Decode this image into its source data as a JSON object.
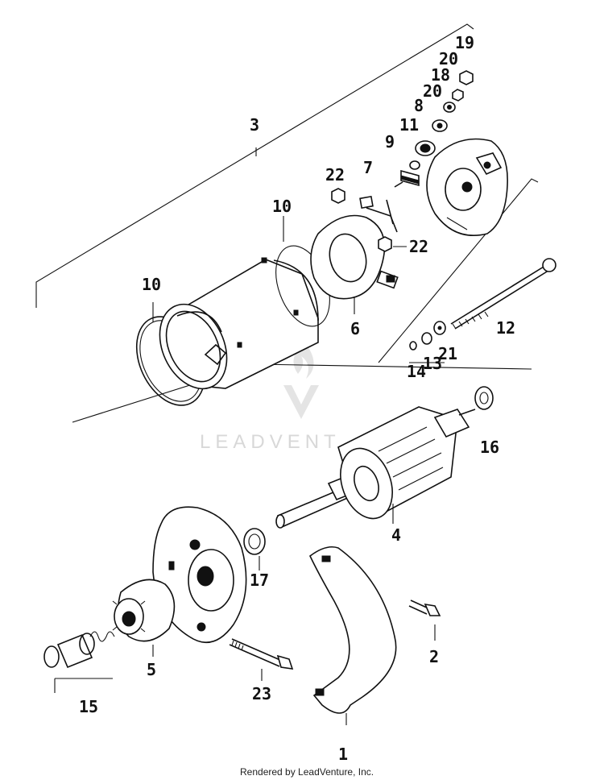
{
  "callouts": {
    "c1": "1",
    "c2": "2",
    "c3": "3",
    "c4": "4",
    "c5": "5",
    "c6": "6",
    "c7": "7",
    "c8": "8",
    "c9": "9",
    "c10a": "10",
    "c10b": "10",
    "c11": "11",
    "c12": "12",
    "c13": "13",
    "c14": "14",
    "c15": "15",
    "c16": "16",
    "c17": "17",
    "c18": "18",
    "c19": "19",
    "c20a": "20",
    "c20b": "20",
    "c21": "21",
    "c22a": "22",
    "c22b": "22",
    "c23": "23"
  },
  "watermark": "LEADVENT",
  "footer": "Rendered by LeadVenture, Inc.",
  "colors": {
    "ink": "#111111",
    "watermark": "#d8d8d8",
    "background": "#ffffff"
  }
}
